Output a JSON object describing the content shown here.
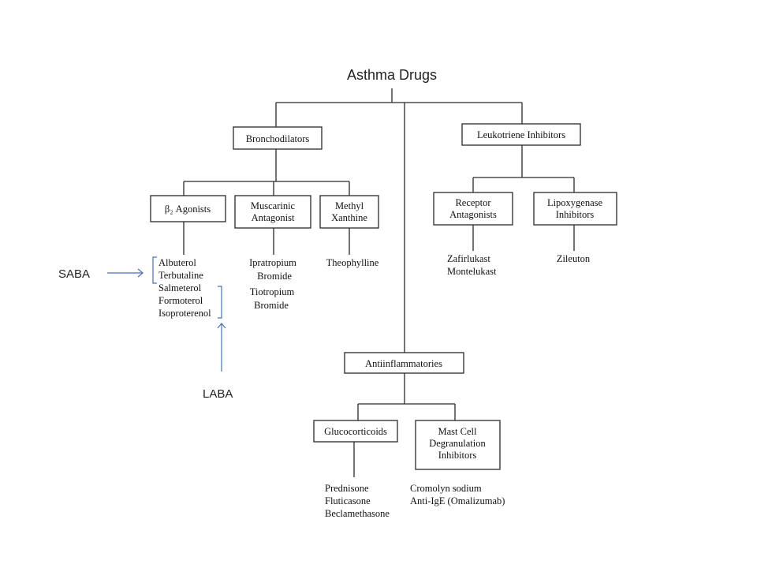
{
  "title": "Asthma Drugs",
  "categories": {
    "bronchodilators": {
      "label": [
        "Bronchodilators"
      ]
    },
    "leukotriene": {
      "label": [
        "Leukotriene Inhibitors"
      ]
    },
    "antiinflammatories": {
      "label": [
        "Antiinflammatories"
      ]
    },
    "beta2": {
      "label": [
        "β₂ Agonists"
      ]
    },
    "muscarinic": {
      "label": [
        "Muscarinic",
        "Antagonist"
      ]
    },
    "methyl": {
      "label": [
        "Methyl",
        "Xanthine"
      ]
    },
    "receptor": {
      "label": [
        "Receptor",
        "Antagonists"
      ]
    },
    "lipoxygenase": {
      "label": [
        "Lipoxygenase",
        "Inhibitors"
      ]
    },
    "glucocorticoids": {
      "label": [
        "Glucocorticoids"
      ]
    },
    "mastcell": {
      "label": [
        "Mast Cell",
        "Degranulation",
        "Inhibitors"
      ]
    }
  },
  "drugs": {
    "beta2": [
      "Albuterol",
      "Terbutaline",
      "Salmeterol",
      "Formoterol",
      "Isoproterenol"
    ],
    "muscarinic": [
      "Ipratropium",
      "Bromide",
      "Tiotropium",
      "Bromide"
    ],
    "methyl": [
      "Theophylline"
    ],
    "receptor": [
      "Zafirlukast",
      "Montelukast"
    ],
    "lipoxygenase": [
      "Zileuton"
    ],
    "glucocorticoids": [
      "Prednisone",
      "Fluticasone",
      "Beclamethasone"
    ],
    "mastcell": [
      "Cromolyn sodium",
      "Anti-IgE (Omalizumab)"
    ]
  },
  "annotations": {
    "saba": "SABA",
    "laba": "LABA",
    "color": "#4472C4"
  }
}
